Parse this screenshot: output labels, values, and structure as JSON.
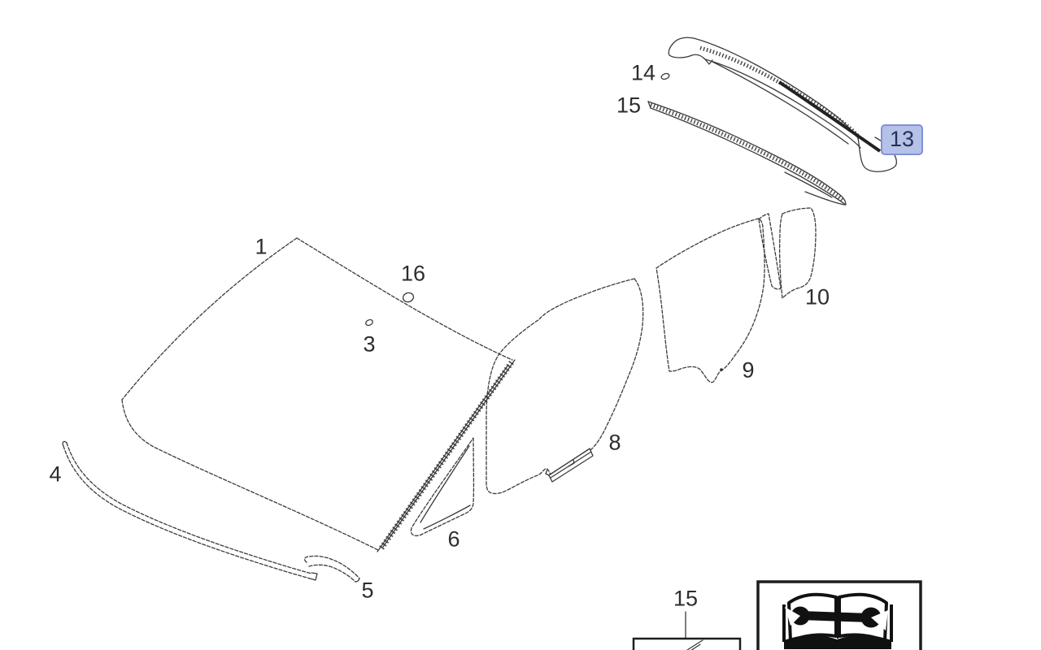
{
  "figure": {
    "type": "exploded-parts-diagram",
    "subject": "vehicle glazing / window glass parts",
    "background_color": "#ffffff",
    "line_color": "#3a3a3a"
  },
  "highlight": {
    "fill": "#b5c1e9",
    "border": "#8192d6",
    "text_color": "#253352",
    "highlighted_part": "13"
  },
  "labels": [
    {
      "text": "1",
      "part": "windshield-glass",
      "highlighted": false
    },
    {
      "text": "3",
      "part": "windshield-clip",
      "highlighted": false
    },
    {
      "text": "4",
      "part": "lower-windshield-molding",
      "highlighted": false
    },
    {
      "text": "5",
      "part": "lower-molding-end-piece",
      "highlighted": false
    },
    {
      "text": "6",
      "part": "front-vent-triangle-glass",
      "highlighted": false
    },
    {
      "text": "8",
      "part": "front-door-glass",
      "highlighted": false
    },
    {
      "text": "9",
      "part": "rear-door-glass",
      "highlighted": false
    },
    {
      "text": "10",
      "part": "rear-quarter-glass",
      "highlighted": false
    },
    {
      "text": "13",
      "part": "roof-rail-molding",
      "highlighted": true
    },
    {
      "text": "14",
      "part": "molding-clip",
      "highlighted": false
    },
    {
      "text": "15",
      "part": "roof-drip-molding",
      "highlighted": false
    },
    {
      "text": "15",
      "part": "roof-drip-molding-reference",
      "highlighted": false
    },
    {
      "text": "16",
      "part": "windshield-clip-large",
      "highlighted": false
    }
  ],
  "icons": [
    {
      "name": "open-book-wrench-icon",
      "meaning": "see workshop manual"
    },
    {
      "name": "part-reference-box",
      "meaning": "detail box for part 15"
    }
  ]
}
